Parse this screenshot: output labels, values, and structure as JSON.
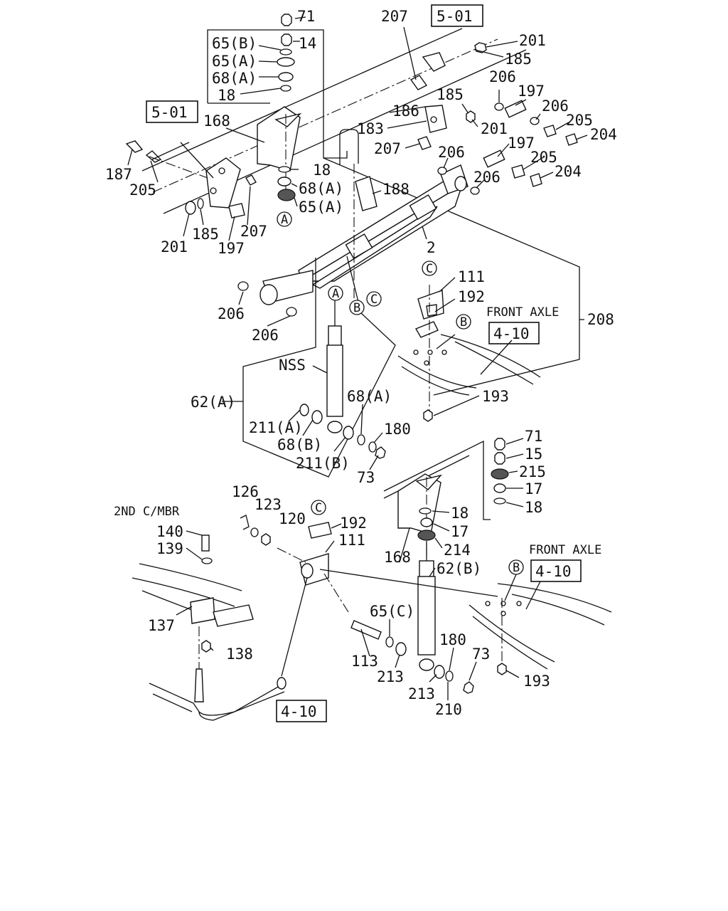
{
  "ref_boxes": [
    {
      "id": "rb1",
      "text": "5-01"
    },
    {
      "id": "rb2",
      "text": "5-01"
    },
    {
      "id": "rb3",
      "text": "4-10"
    },
    {
      "id": "rb4",
      "text": "4-10"
    },
    {
      "id": "rb5",
      "text": "4-10"
    }
  ],
  "callouts": [
    {
      "id": "c1",
      "text": "A"
    },
    {
      "id": "c2",
      "text": "A"
    },
    {
      "id": "c3",
      "text": "B"
    },
    {
      "id": "c4",
      "text": "C"
    },
    {
      "id": "c5",
      "text": "C"
    },
    {
      "id": "c6",
      "text": "B"
    },
    {
      "id": "c7",
      "text": "C"
    },
    {
      "id": "c8",
      "text": "B"
    }
  ],
  "labels": [
    {
      "id": "l71a",
      "text": "71"
    },
    {
      "id": "l65b",
      "text": "65(B)"
    },
    {
      "id": "l14",
      "text": "14"
    },
    {
      "id": "l65a",
      "text": "65(A)"
    },
    {
      "id": "l68a",
      "text": "68(A)"
    },
    {
      "id": "l18a",
      "text": "18"
    },
    {
      "id": "l168a",
      "text": "168"
    },
    {
      "id": "l207a",
      "text": "207"
    },
    {
      "id": "l201a",
      "text": "201"
    },
    {
      "id": "l185a",
      "text": "185"
    },
    {
      "id": "l206a",
      "text": "206"
    },
    {
      "id": "l197a",
      "text": "197"
    },
    {
      "id": "l206b",
      "text": "206"
    },
    {
      "id": "l185b",
      "text": "185"
    },
    {
      "id": "l186",
      "text": "186"
    },
    {
      "id": "l183",
      "text": "183"
    },
    {
      "id": "l201b",
      "text": "201"
    },
    {
      "id": "l205a",
      "text": "205"
    },
    {
      "id": "l204a",
      "text": "204"
    },
    {
      "id": "l207b",
      "text": "207"
    },
    {
      "id": "l206c",
      "text": "206"
    },
    {
      "id": "l197b",
      "text": "197"
    },
    {
      "id": "l205b",
      "text": "205"
    },
    {
      "id": "l206d",
      "text": "206"
    },
    {
      "id": "l204b",
      "text": "204"
    },
    {
      "id": "l187",
      "text": "187"
    },
    {
      "id": "l205c",
      "text": "205"
    },
    {
      "id": "l18b",
      "text": "18"
    },
    {
      "id": "l68a2",
      "text": "68(A)"
    },
    {
      "id": "l188",
      "text": "188"
    },
    {
      "id": "l65a2",
      "text": "65(A)"
    },
    {
      "id": "l201c",
      "text": "201"
    },
    {
      "id": "l185c",
      "text": "185"
    },
    {
      "id": "l207c",
      "text": "207"
    },
    {
      "id": "l197c",
      "text": "197"
    },
    {
      "id": "l2",
      "text": "2"
    },
    {
      "id": "l206e",
      "text": "206"
    },
    {
      "id": "l206f",
      "text": "206"
    },
    {
      "id": "l111a",
      "text": "111"
    },
    {
      "id": "l192a",
      "text": "192"
    },
    {
      "id": "lfront1",
      "text": "FRONT AXLE"
    },
    {
      "id": "l208",
      "text": "208"
    },
    {
      "id": "lnss",
      "text": "NSS"
    },
    {
      "id": "l62a",
      "text": "62(A)"
    },
    {
      "id": "l68a3",
      "text": "68(A)"
    },
    {
      "id": "l193a",
      "text": "193"
    },
    {
      "id": "l211a",
      "text": "211(A)"
    },
    {
      "id": "l180a",
      "text": "180"
    },
    {
      "id": "l68b",
      "text": "68(B)"
    },
    {
      "id": "l211b",
      "text": "211(B)"
    },
    {
      "id": "l73a",
      "text": "73"
    },
    {
      "id": "l71b",
      "text": "71"
    },
    {
      "id": "l15",
      "text": "15"
    },
    {
      "id": "l215",
      "text": "215"
    },
    {
      "id": "l17a",
      "text": "17"
    },
    {
      "id": "l18c",
      "text": "18"
    },
    {
      "id": "l126",
      "text": "126"
    },
    {
      "id": "l2ndc",
      "text": "2ND C/MBR"
    },
    {
      "id": "l123",
      "text": "123"
    },
    {
      "id": "l120",
      "text": "120"
    },
    {
      "id": "l192b",
      "text": "192"
    },
    {
      "id": "l18d",
      "text": "18"
    },
    {
      "id": "l140",
      "text": "140"
    },
    {
      "id": "l111b",
      "text": "111"
    },
    {
      "id": "l17b",
      "text": "17"
    },
    {
      "id": "l139",
      "text": "139"
    },
    {
      "id": "l214",
      "text": "214"
    },
    {
      "id": "l168b",
      "text": "168"
    },
    {
      "id": "l62b",
      "text": "62(B)"
    },
    {
      "id": "lfront2",
      "text": "FRONT AXLE"
    },
    {
      "id": "l65c",
      "text": "65(C)"
    },
    {
      "id": "l137",
      "text": "137"
    },
    {
      "id": "l180b",
      "text": "180"
    },
    {
      "id": "l73b",
      "text": "73"
    },
    {
      "id": "l138",
      "text": "138"
    },
    {
      "id": "l113",
      "text": "113"
    },
    {
      "id": "l213a",
      "text": "213"
    },
    {
      "id": "l193b",
      "text": "193"
    },
    {
      "id": "l213b",
      "text": "213"
    },
    {
      "id": "l210",
      "text": "210"
    }
  ]
}
